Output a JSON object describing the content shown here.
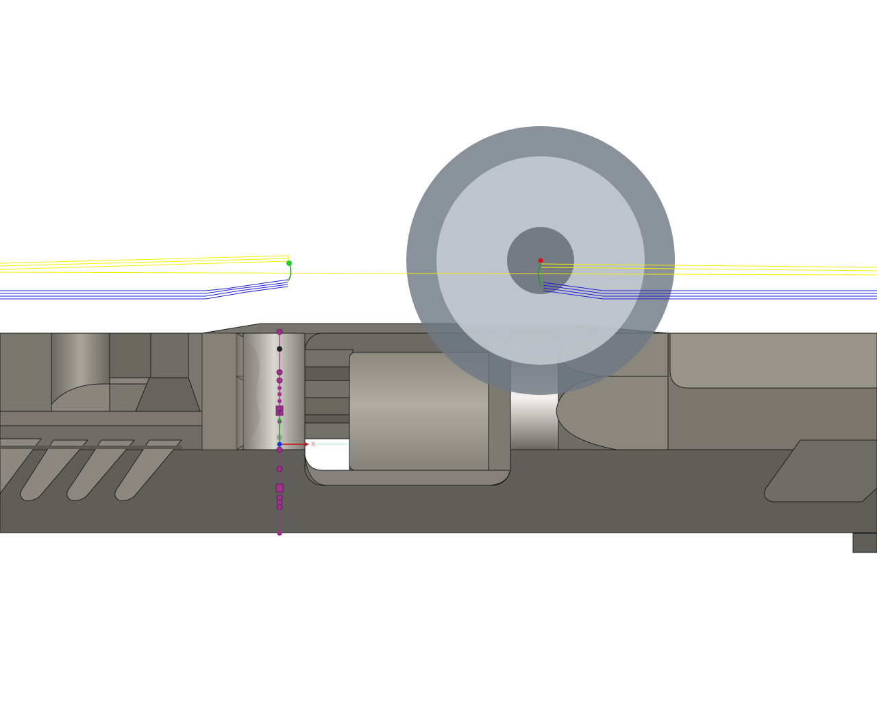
{
  "app": {
    "view": "cad-3d-viewport",
    "background_color": "#ffffff"
  },
  "colors": {
    "part_dark": "#5f5e58",
    "part_mid": "#6e6c64",
    "part_light": "#9b968b",
    "part_highlight": "#d8d6d0",
    "part_edge": "#1e1e1e",
    "tool_outer": "#6f7984",
    "tool_mid": "#c4c9d0",
    "tool_hub": "#6c737b",
    "toolpath_rapid": "#f4f000",
    "toolpath_cut": "#1a1ad8",
    "toolpath_lead": "#1a9a1a",
    "sketch_magenta": "#a0308e",
    "origin_red": "#e01010",
    "origin_green": "#22cc22"
  },
  "triad": {
    "x_label": "X",
    "y_label": "Y"
  }
}
